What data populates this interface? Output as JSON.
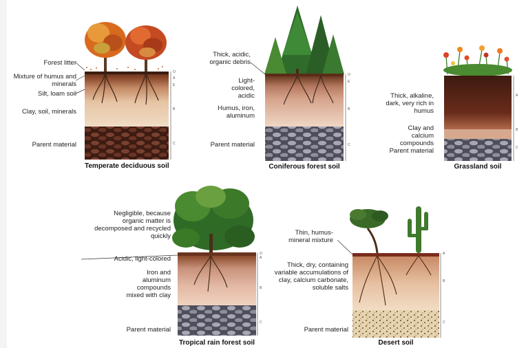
{
  "panels": [
    {
      "caption": "Temperate deciduous soil",
      "labels": [
        "Forest litter",
        "Mixture of humus and minerals",
        "Silt, loam soil",
        "Clay, soil, minerals",
        "Parent material"
      ],
      "horizons": [
        "O",
        "A",
        "E",
        "B",
        "C"
      ]
    },
    {
      "caption": "Coniferous forest soil",
      "labels": [
        "Thick, acidic, organic debris",
        "Light-colored, acidic",
        "Humus, iron, aluminum",
        "Parent material"
      ],
      "horizons": [
        "O",
        "E",
        "B",
        "C"
      ]
    },
    {
      "caption": "Grassland soil",
      "labels": [
        "Thick, alkaline, dark, very rich in humus",
        "Clay and calcium compounds",
        "Parent material"
      ],
      "horizons": [
        "A",
        "B",
        "C"
      ]
    },
    {
      "caption": "Tropical rain forest soil",
      "labels": [
        "Negligible, because organic matter is decomposed and recycled quickly",
        "Acidic, light-colored",
        "Iron and aluminum compounds mixed with clay",
        "Parent material"
      ],
      "horizons": [
        "O",
        "A",
        "B",
        "C"
      ]
    },
    {
      "caption": "Desert soil",
      "labels": [
        "Thin, humus-mineral mixture",
        "Thick, dry, containing variable accumulations of clay, calcium carbonate, soluble salts",
        "Parent material"
      ],
      "horizons": [
        "A",
        "B",
        "C"
      ]
    }
  ],
  "colors": {
    "litter": "#7a3b1e",
    "topsoil_dark": "#4a2414",
    "loam": "#c98f6a",
    "clay": "#e8c4a0",
    "rock": "#6b3a2a",
    "grey_rock": "#8f8f9c",
    "grass_dark": "#5a2618",
    "desert_sand": "#d9c4a0",
    "tree_green": "#2f6b2a",
    "autumn_orange": "#d86a1e"
  }
}
